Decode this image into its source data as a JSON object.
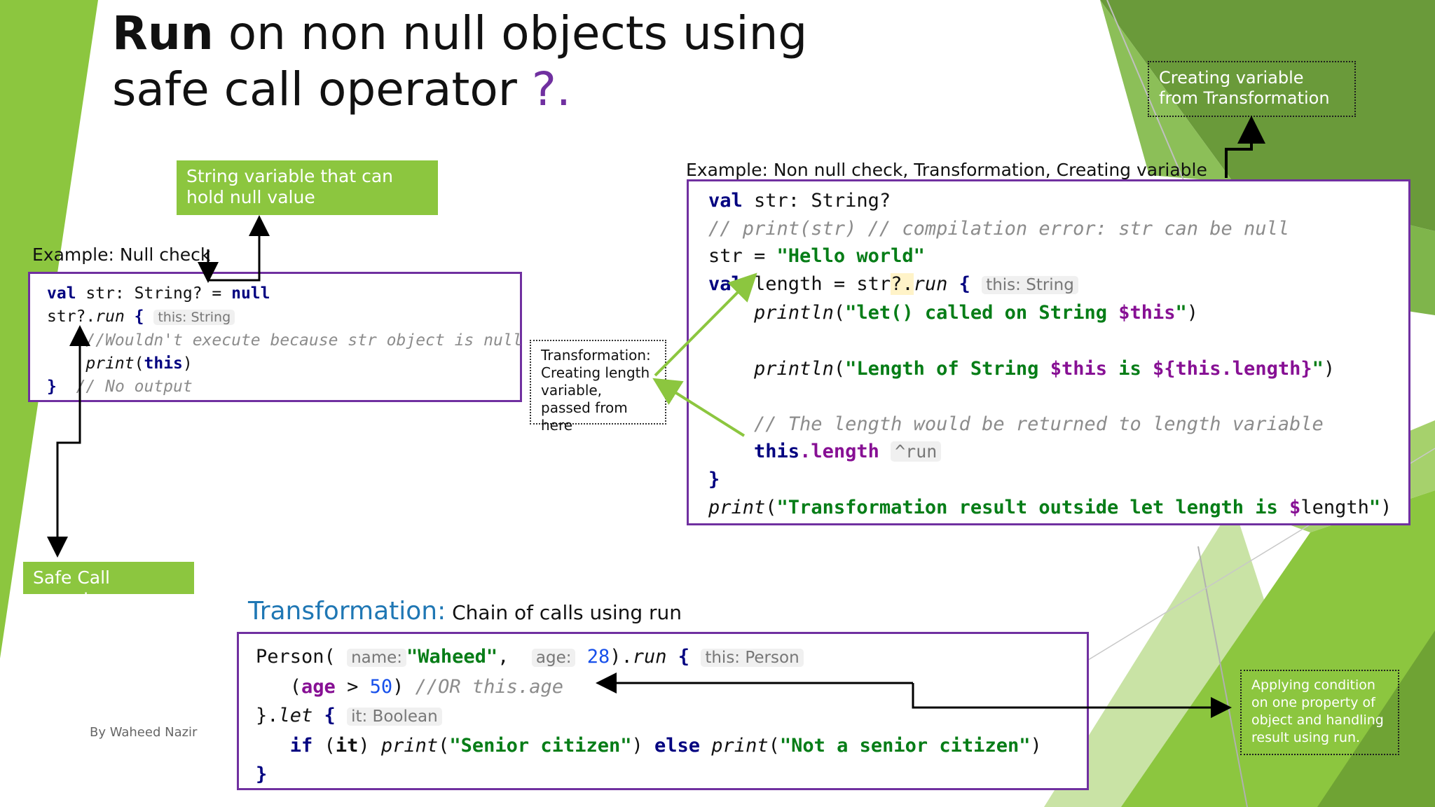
{
  "slide": {
    "title_bold": "Run",
    "title_rest": " on non null objects using",
    "title_line2": "safe call operator ",
    "title_operator": "?.",
    "byline": "By Waheed Nazir"
  },
  "callouts": {
    "string_var": "String variable that can hold null value",
    "safe_call": "Safe Call operator",
    "transformation": "Transformation: Creating length variable, passed from here",
    "creating_variable": "Creating variable from Transformation",
    "applying_condition": "Applying condition on one property of object and handling result using run."
  },
  "example1": {
    "label": "Example: Null check",
    "kw_val": "val",
    "decl": " str: String? = ",
    "kw_null": "null",
    "call": "str?.",
    "run": "run",
    "brace": " { ",
    "hint": "this: String",
    "comment1": "//Wouldn't execute because str object is null",
    "print": "print",
    "paren_open": "(",
    "kw_this": "this",
    "paren_close": ")",
    "close": "}",
    "comment2": "// No output"
  },
  "example2": {
    "label": "Example: Non null check, Transformation, Creating variable",
    "kw_val": "val",
    "line1_rest": " str: String?",
    "comment1": "// print(str) // compilation error: str can be null",
    "line3_a": "str = ",
    "line3_str": "\"Hello world\"",
    "line4_a": " length = str",
    "line4_op": "?.",
    "run": "run",
    "line4_brace": " { ",
    "hint_this": "this: String",
    "println": "println",
    "p1_str": "\"let() called on String ",
    "p1_tmpl": "$this",
    "p1_end": "\"",
    "p2_str_a": "\"Length of String ",
    "p2_tmpl1": "$this",
    "p2_str_b": " is ",
    "p2_tmpl2": "${this.length}",
    "p2_end": "\"",
    "comment2": "// The length would be returned to length variable",
    "kw_this": "this",
    "dot_length": ".length",
    "hint_run": "^run",
    "close": "}",
    "print": "print",
    "p3_str": "\"Transformation result outside let length is ",
    "p3_tmpl": "$",
    "p3_var": "length",
    "p3_end": "\""
  },
  "example3": {
    "label_colored": "Transformation:",
    "label_rest": " Chain of calls using run",
    "person": "Person(",
    "hint_name": "name:",
    "str_name": "\"Waheed\"",
    "comma": ",",
    "hint_age": "age:",
    "num_age": "28",
    "dot": ").",
    "run": "run",
    "brace": " { ",
    "hint_this": "this: Person",
    "line2_open": "(",
    "kw_age": "age",
    "gt": " > ",
    "num_50": "50",
    "line2_close": ") ",
    "comment": "//OR this.age",
    "line3_a": "}.",
    "let": "let",
    "hint_it": "it: Boolean",
    "kw_if": "if",
    "if_open": " (",
    "kw_it": "it",
    "if_close": ") ",
    "print": "print",
    "str_senior": "\"Senior citizen\"",
    "kw_else": "else",
    "str_not": "\"Not a senior citizen\"",
    "close": "}"
  },
  "colors": {
    "green_callout": "#8cc63f",
    "code_border": "#7030a0",
    "operator": "#7030a0",
    "heading_blue": "#1f77b4"
  }
}
